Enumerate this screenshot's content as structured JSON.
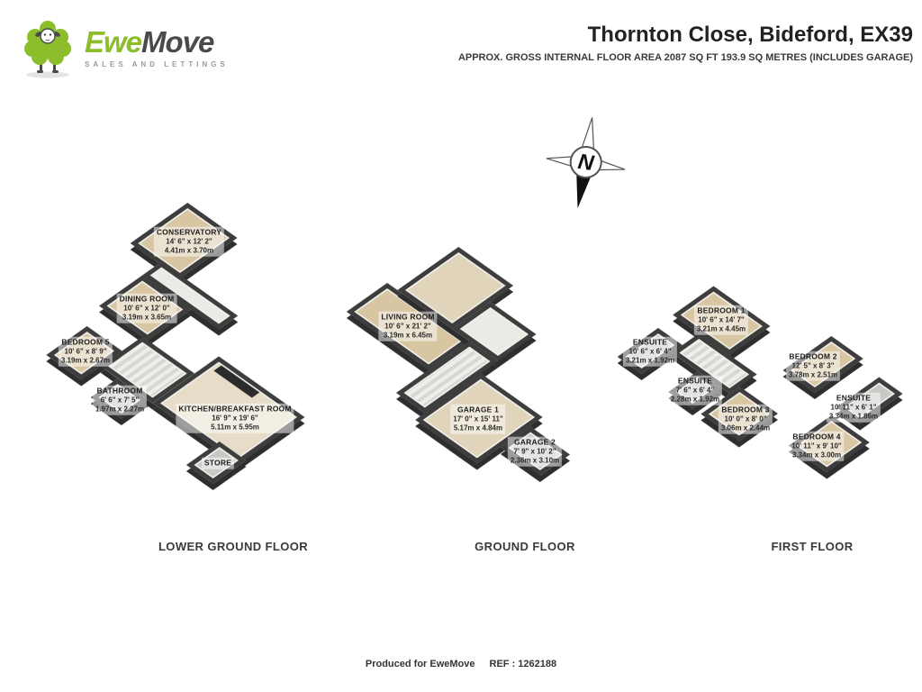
{
  "logo": {
    "brand_ewe": "Ewe",
    "brand_move": "Move",
    "tagline": "SALES AND LETTINGS"
  },
  "header": {
    "title": "Thornton Close, Bideford, EX39",
    "subtitle": "APPROX. GROSS INTERNAL FLOOR AREA 2087 SQ FT 193.9 SQ METRES (INCLUDES GARAGE)"
  },
  "compass": {
    "label": "N"
  },
  "colors": {
    "brand_green": "#8cbe2c",
    "wall_dark": "#3d3d3d",
    "floor_tan": "#d8c5a2"
  },
  "floors": [
    {
      "name": "LOWER GROUND FLOOR",
      "rooms": [
        {
          "label": "CONSERVATORY",
          "imperial": "14' 6\" x 12' 2\"",
          "metric": "4.41m x 3.70m"
        },
        {
          "label": "DINING ROOM",
          "imperial": "10' 6\" x 12' 0\"",
          "metric": "3.19m x 3.65m"
        },
        {
          "label": "BEDROOM 5",
          "imperial": "10' 6\" x 8' 9\"",
          "metric": "3.19m x 2.67m"
        },
        {
          "label": "BATHROOM",
          "imperial": "6' 6\" x 7' 5\"",
          "metric": "1.97m x 2.27m"
        },
        {
          "label": "KITCHEN/BREAKFAST ROOM",
          "imperial": "16' 9\" x 19' 6\"",
          "metric": "5.11m x 5.95m"
        },
        {
          "label": "STORE"
        }
      ]
    },
    {
      "name": "GROUND FLOOR",
      "rooms": [
        {
          "label": "LIVING ROOM",
          "imperial": "10' 6\" x 21' 2\"",
          "metric": "3.19m x 6.45m"
        },
        {
          "label": "GARAGE 1",
          "imperial": "17' 0\" x 15' 11\"",
          "metric": "5.17m x 4.84m"
        },
        {
          "label": "GARAGE 2",
          "imperial": "7' 9\" x 10' 2\"",
          "metric": "2.36m x 3.10m"
        }
      ]
    },
    {
      "name": "FIRST FLOOR",
      "rooms": [
        {
          "label": "BEDROOM 1",
          "imperial": "10' 6\" x 14' 7\"",
          "metric": "3.21m x 4.45m"
        },
        {
          "label": "ENSUITE",
          "imperial": "10' 6\" x 6' 4\"",
          "metric": "3.21m x 1.92m"
        },
        {
          "label": "BEDROOM 2",
          "imperial": "12' 5\" x 8' 3\"",
          "metric": "3.78m x 2.51m"
        },
        {
          "label": "ENSUITE",
          "imperial": "7' 6\" x 6' 4\"",
          "metric": "2.28m x 1.92m"
        },
        {
          "label": "BEDROOM 3",
          "imperial": "10' 0\" x 8' 0\"",
          "metric": "3.06m x 2.44m"
        },
        {
          "label": "ENSUITE",
          "imperial": "10' 11\" x 6' 1\"",
          "metric": "3.34m x 1.86m"
        },
        {
          "label": "BEDROOM 4",
          "imperial": "10' 11\" x 9' 10\"",
          "metric": "3.34m x 3.00m"
        }
      ]
    }
  ],
  "footer": {
    "produced": "Produced for EweMove",
    "ref": "REF : 1262188"
  }
}
